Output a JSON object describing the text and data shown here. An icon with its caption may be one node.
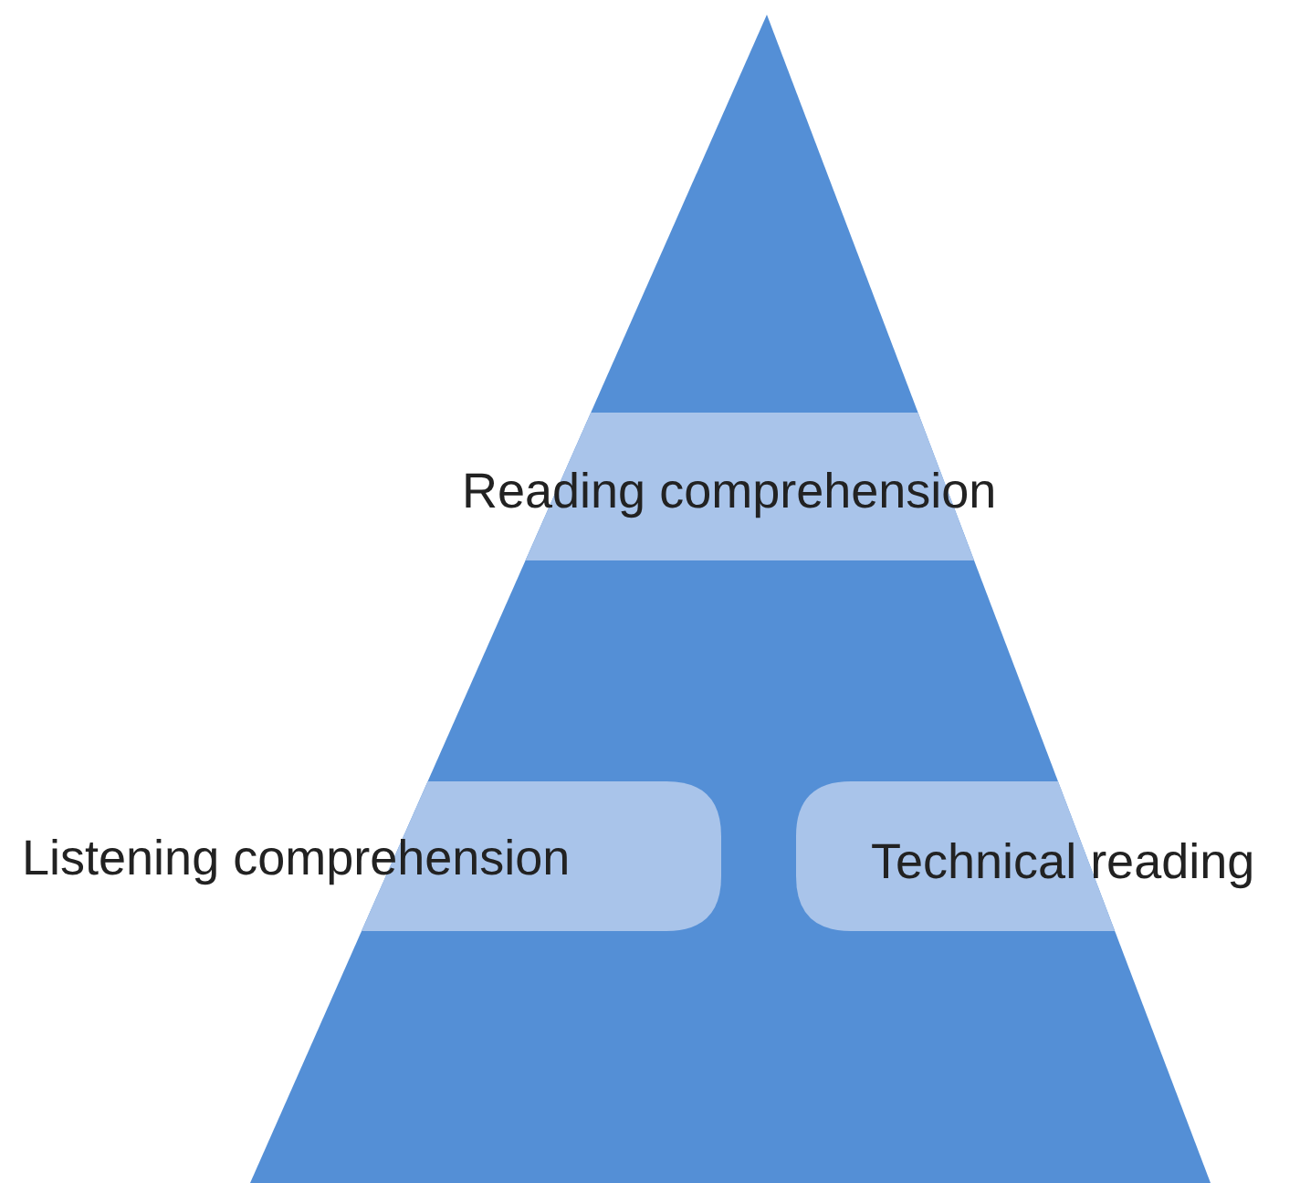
{
  "diagram": {
    "nodes": [
      {
        "text": [],
        "shape": "triangle"
      },
      {
        "text": [
          "Reading comprehension"
        ],
        "in": 0
      },
      {
        "text": [
          "Listening comprehension"
        ],
        "in": 0
      },
      {
        "text": [
          "Technical reading"
        ],
        "in": 0
      }
    ]
  }
}
